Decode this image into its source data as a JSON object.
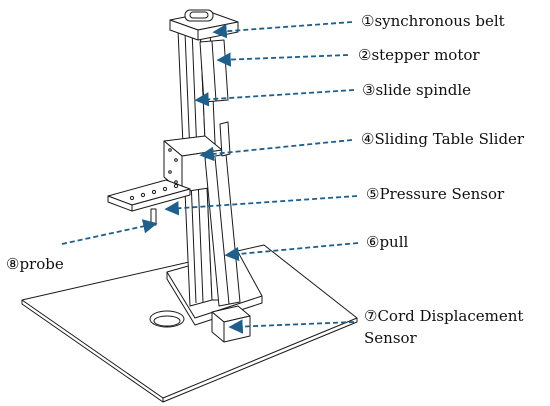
{
  "colors": {
    "line": "#1a1a1a",
    "arrow": "#1f5f8b",
    "fill": "#ffffff"
  },
  "labels": {
    "synchronous_belt": "①synchronous belt",
    "stepper_motor": "②stepper motor",
    "slide_spindle": "③slide spindle",
    "sliding_table_slider": "④Sliding Table Slider",
    "pressure_sensor": "⑤Pressure Sensor",
    "pull": "⑥pull",
    "cord_displacement_sensor": "⑦Cord Displacement\nSensor",
    "probe": "⑧probe"
  }
}
